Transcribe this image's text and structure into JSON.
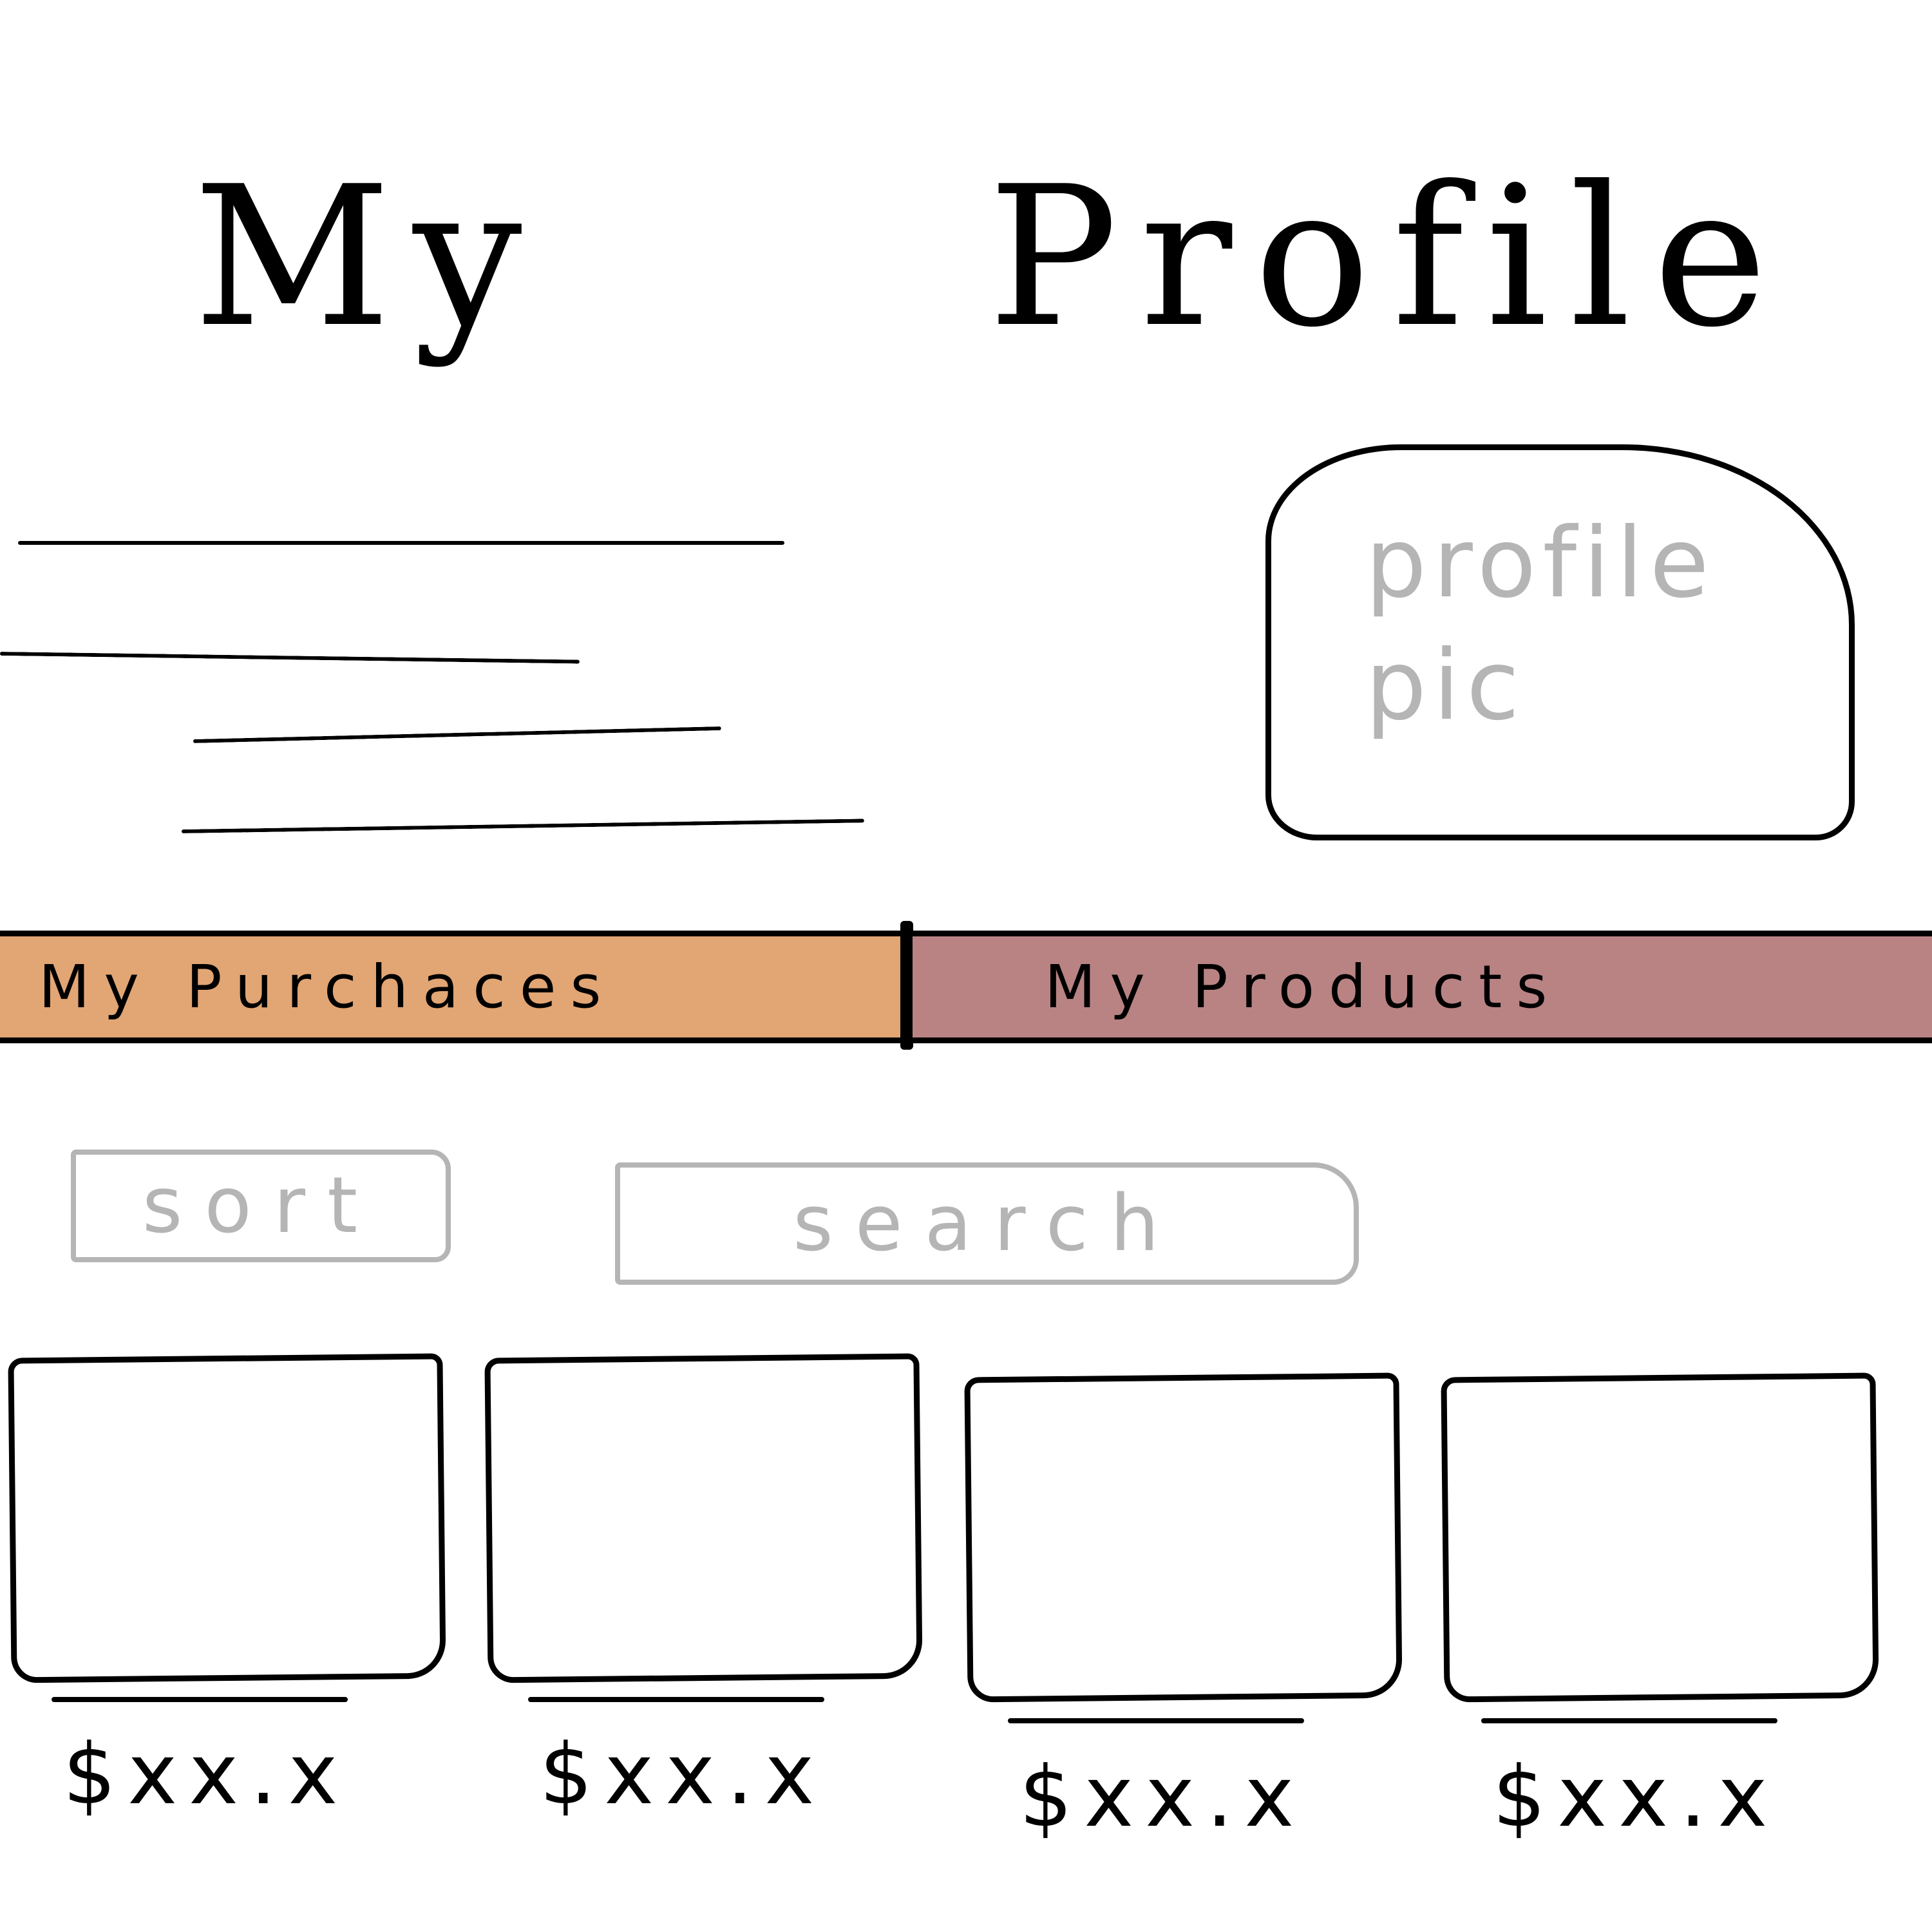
{
  "header": {
    "title": "My Profile"
  },
  "profile_pic": {
    "label": "profile pic"
  },
  "tabs": [
    {
      "label": "My Purchaces",
      "color": "#e2a574"
    },
    {
      "label": "My Products",
      "color": "#b98383"
    }
  ],
  "controls": {
    "sort_label": "sort",
    "search_placeholder": "search"
  },
  "products": [
    {
      "price": "$xx.x"
    },
    {
      "price": "$xx.x"
    },
    {
      "price": "$xx.x"
    },
    {
      "price": "$xx.x"
    }
  ],
  "colors": {
    "ink": "#000000",
    "placeholder_gray": "#b5b5b5"
  }
}
